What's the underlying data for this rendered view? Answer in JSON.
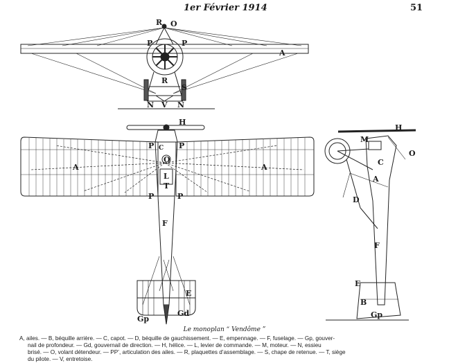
{
  "header": {
    "date": "1er Février 1914",
    "page_number": "51"
  },
  "figure": {
    "caption": "Le monoplan “ Vendôme ”",
    "labels": {
      "R": "R",
      "O": "O",
      "P": "P",
      "A": "A",
      "S": "S",
      "N": "N",
      "V": "V",
      "H": "H",
      "C": "C",
      "L": "L",
      "T": "T",
      "F": "F",
      "E": "E",
      "Gp": "Gp",
      "Gd": "Gd",
      "M": "M",
      "D": "D",
      "B": "B"
    }
  },
  "legend": {
    "lines": [
      "A, ailes. — B, béquille arrière. — C, capot. — D, béquille de gauchissement. — E, empennage. — F, fuselage. — Gp, gouver-",
      "nail de profondeur. — Gd, gouvernail de direction. — H, hélice. — L, levier de commande. — M, moteur. — N, essieu",
      "brisé. — O, volant détendeur. — PP’, articulation des ailes. — R, plaquettes d’assemblage. — S, chape de retenue. — T, siège",
      "du pilote. — V, entretoise."
    ]
  }
}
